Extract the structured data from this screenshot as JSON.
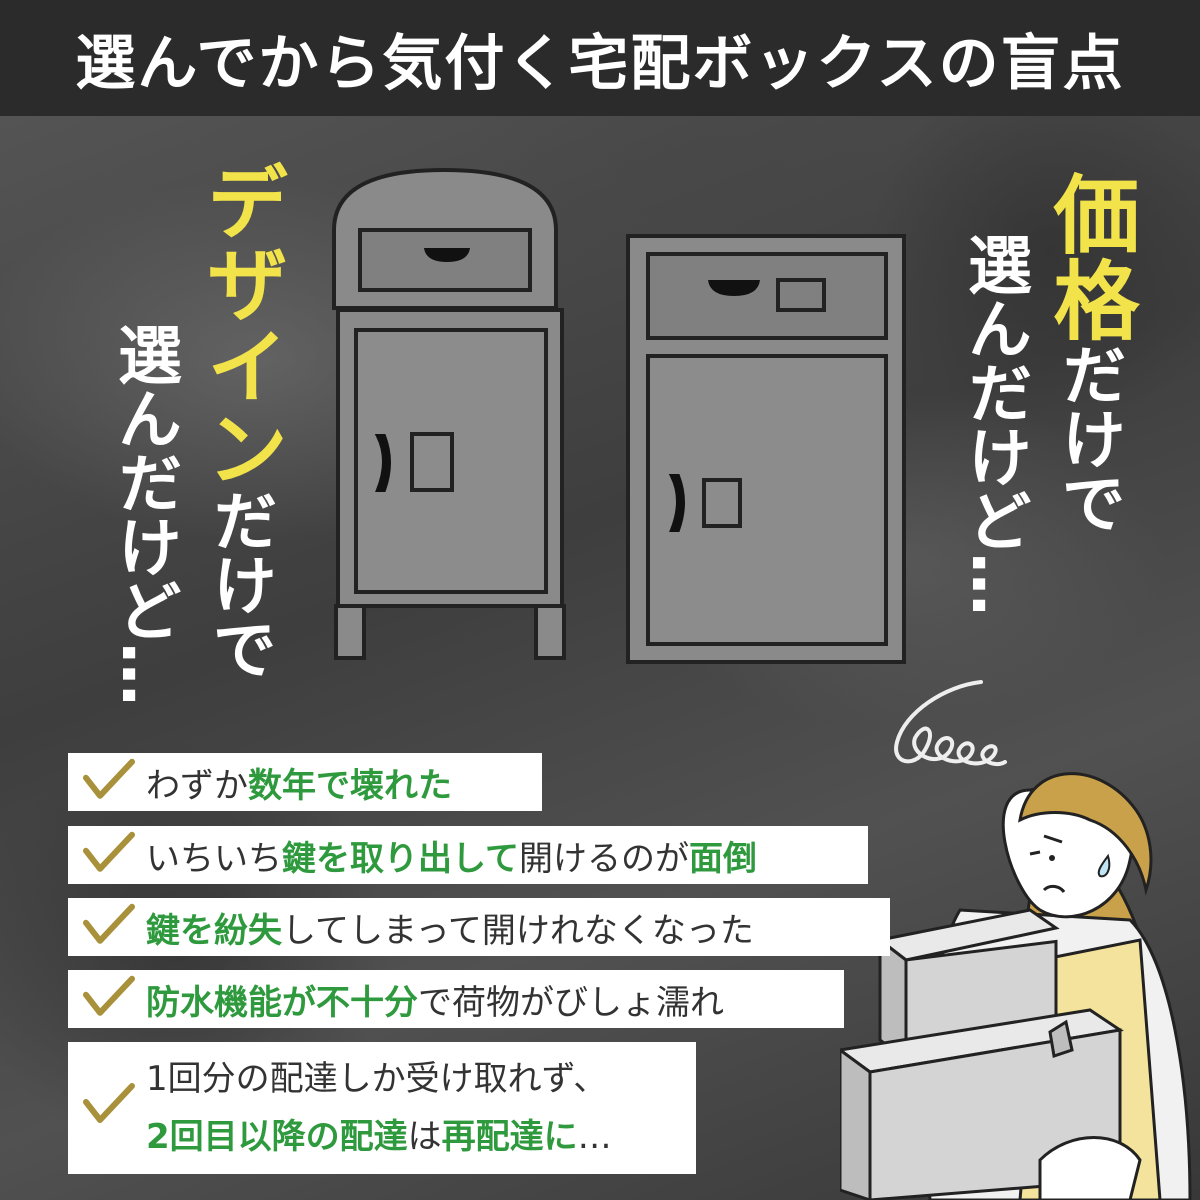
{
  "header": {
    "title": "選んでから気付く宅配ボックスの盲点"
  },
  "left_caption": {
    "highlight": "デザイン",
    "part1": "だけで",
    "part2": "選んだけど…"
  },
  "right_caption": {
    "highlight": "価格",
    "part1": "だけで",
    "part2": "選んだけど…"
  },
  "checklist": [
    {
      "segments": [
        {
          "t": "わずか",
          "h": false
        },
        {
          "t": "数年で壊れた",
          "h": true
        }
      ]
    },
    {
      "segments": [
        {
          "t": "いちいち",
          "h": false
        },
        {
          "t": "鍵を取り出して",
          "h": true
        },
        {
          "t": "開けるのが",
          "h": false
        },
        {
          "t": "面倒",
          "h": true
        }
      ]
    },
    {
      "segments": [
        {
          "t": "鍵を紛失",
          "h": true
        },
        {
          "t": "してしまって開けれなくなった",
          "h": false
        }
      ]
    },
    {
      "segments": [
        {
          "t": "防水機能が不十分",
          "h": true
        },
        {
          "t": "で荷物がびしょ濡れ",
          "h": false
        }
      ]
    },
    {
      "line1": "1回分の配達しか受け取れず、",
      "line2": [
        {
          "t": "2回目以降の配達",
          "h": true
        },
        {
          "t": "は",
          "h": false
        },
        {
          "t": "再配達に",
          "h": true
        },
        {
          "t": "…",
          "h": false
        }
      ]
    }
  ],
  "colors": {
    "accent_yellow": "#f3e34a",
    "highlight_green": "#2e9a3d",
    "check_gold": "#a8913a",
    "header_bg": "#2b2b2b"
  },
  "icons": {
    "check": "check-icon",
    "scribble": "scribble-icon"
  }
}
